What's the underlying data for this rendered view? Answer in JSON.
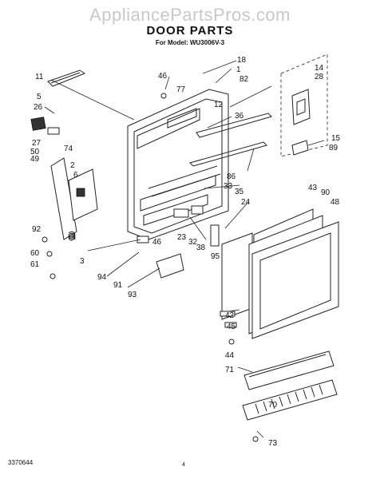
{
  "watermark": "AppliancePartsPros.com",
  "title": "DOOR PARTS",
  "subtitle": "For Model: WU3006V-3",
  "footer": {
    "code": "3370644",
    "page": "4"
  },
  "callouts": [
    "18",
    "1",
    "46",
    "82",
    "77",
    "14",
    "28",
    "11",
    "5",
    "26",
    "27",
    "50",
    "74",
    "12",
    "36",
    "49",
    "2",
    "6",
    "15",
    "89",
    "86",
    "33",
    "35",
    "24",
    "43",
    "90",
    "48",
    "92",
    "60",
    "61",
    "3",
    "46",
    "23",
    "32",
    "38",
    "95",
    "94",
    "91",
    "93",
    "42",
    "45",
    "44",
    "71",
    "70",
    "73"
  ]
}
